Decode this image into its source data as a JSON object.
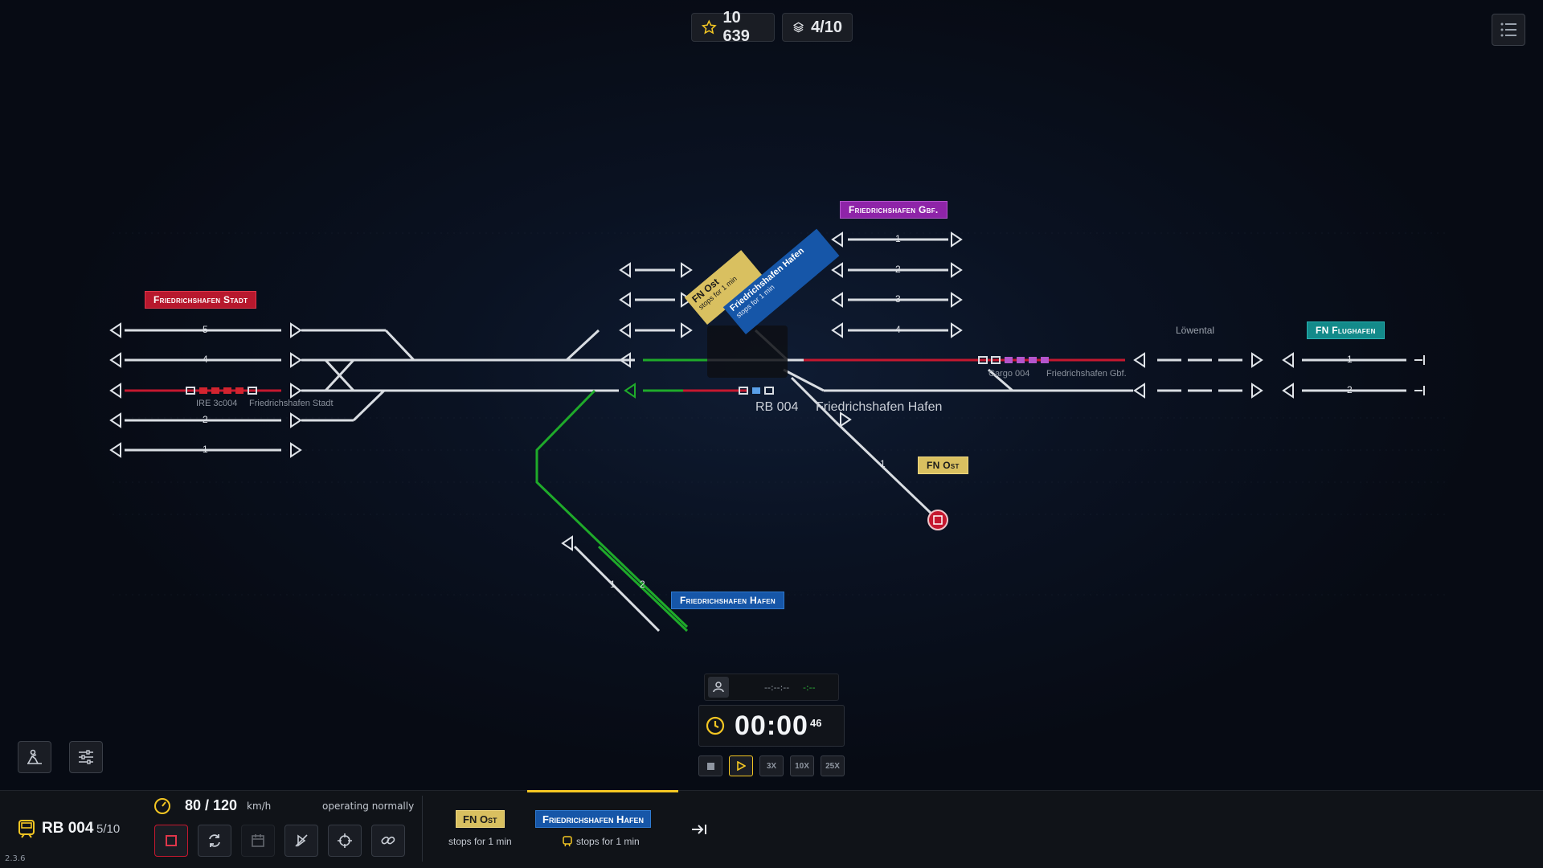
{
  "hud": {
    "score": "10 639",
    "level": "4/10"
  },
  "stations": {
    "stadt": "Friedrichshafen Stadt",
    "gbf": "Friedrichshafen Gbf.",
    "hafen": "Friedrichshafen Hafen",
    "ost": "FN Ost",
    "flughafen": "FN Flughafen",
    "loewental": "Löwental"
  },
  "tracks": {
    "stadt_numbers": [
      "5",
      "4",
      "2",
      "1"
    ],
    "gbf_numbers": [
      "1",
      "2",
      "3",
      "4"
    ],
    "flughafen_numbers": [
      "1",
      "2"
    ],
    "hafen_numbers": [
      "1",
      "2"
    ],
    "ost_number": "1"
  },
  "trains": {
    "ire": {
      "name": "IRE 3c004",
      "dest": "Friedrichshafen Stadt"
    },
    "cargo": {
      "name": "Cargo 004",
      "dest": "Friedrichshafen Gbf."
    },
    "rb": {
      "name": "RB 004",
      "dest": "Friedrichshafen Hafen"
    }
  },
  "flags": {
    "ost": {
      "name": "FN Ost",
      "sub": "stops for 1 min"
    },
    "hafen": {
      "name": "Friedrichshafen Hafen",
      "sub": "stops for 1 min"
    }
  },
  "clock": {
    "time": "00:00",
    "seconds": "46",
    "passenger_time": "--:--:--",
    "passenger_delta": "-:--"
  },
  "speed_controls": [
    "3X",
    "10X",
    "25X"
  ],
  "selected_train": {
    "name": "RB 004",
    "count": "5/10",
    "speed": "80 / 120",
    "unit": "km/h",
    "status": "operating normally"
  },
  "schedule": [
    {
      "name": "FN Ost",
      "note": "stops for 1 min"
    },
    {
      "name": "Friedrichshafen Hafen",
      "note": "stops for 1 min"
    }
  ],
  "version": "2.3.6",
  "colors": {
    "red": "#b7182d",
    "purple": "#8e24a8",
    "blue": "#1656a8",
    "teal": "#138a8a",
    "yellow": "#d9c060",
    "green": "#1faa2a"
  }
}
